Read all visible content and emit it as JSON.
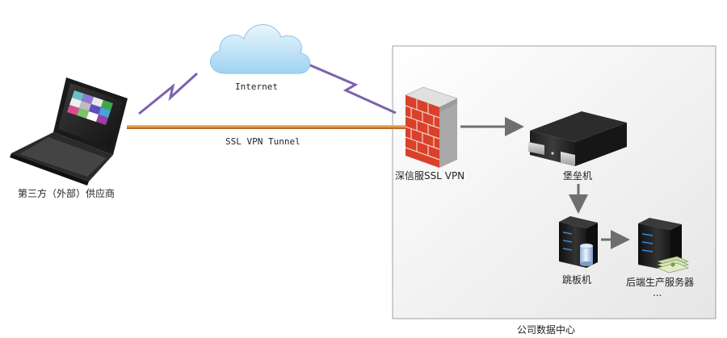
{
  "labels": {
    "internet": "Internet",
    "tunnel": "SSL VPN Tunnel",
    "vendor": "第三方（外部）供应商",
    "vpn": "深信服SSL VPN",
    "bastion": "堡垒机",
    "jump": "跳板机",
    "backend": "后端生产服务器",
    "ellipsis": "...",
    "datacenter": "公司数据中心"
  },
  "colors": {
    "tunnel": "#e08a3c",
    "lightning": "#7b62b0",
    "arrow": "#6e6e6e",
    "datacenter_border": "#a0a0a0"
  },
  "icons": {
    "vendor": "laptop-icon",
    "internet": "cloud-icon",
    "vpn": "firewall-icon",
    "bastion": "server-appliance-icon",
    "jump": "tower-server-icon",
    "backend": "tower-server-icon"
  }
}
